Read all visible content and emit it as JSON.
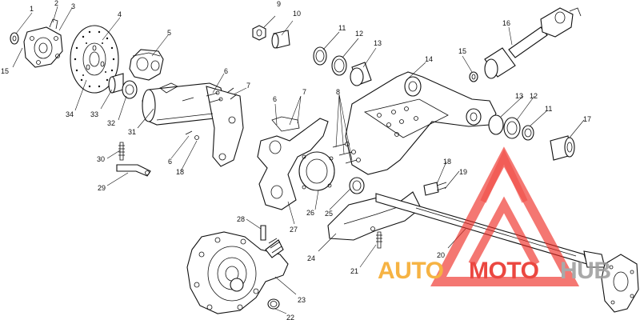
{
  "labels": [
    {
      "id": "p1",
      "text": "1"
    },
    {
      "id": "p2",
      "text": "2"
    },
    {
      "id": "p3",
      "text": "3"
    },
    {
      "id": "p4",
      "text": "4"
    },
    {
      "id": "p5",
      "text": "5"
    },
    {
      "id": "p6a",
      "text": "6"
    },
    {
      "id": "p7a",
      "text": "7"
    },
    {
      "id": "p6b",
      "text": "6"
    },
    {
      "id": "p7b",
      "text": "7"
    },
    {
      "id": "p8",
      "text": "8"
    },
    {
      "id": "p9",
      "text": "9"
    },
    {
      "id": "p10",
      "text": "10"
    },
    {
      "id": "p11a",
      "text": "11"
    },
    {
      "id": "p12a",
      "text": "12"
    },
    {
      "id": "p13a",
      "text": "13"
    },
    {
      "id": "p14",
      "text": "14"
    },
    {
      "id": "p15a",
      "text": "15"
    },
    {
      "id": "p15b",
      "text": "15"
    },
    {
      "id": "p16",
      "text": "16"
    },
    {
      "id": "p13b",
      "text": "13"
    },
    {
      "id": "p12b",
      "text": "12"
    },
    {
      "id": "p11b",
      "text": "11"
    },
    {
      "id": "p17",
      "text": "17"
    },
    {
      "id": "p18a",
      "text": "18"
    },
    {
      "id": "p18b",
      "text": "18"
    },
    {
      "id": "p19",
      "text": "19"
    },
    {
      "id": "p20",
      "text": "20"
    },
    {
      "id": "p21",
      "text": "21"
    },
    {
      "id": "p22",
      "text": "22"
    },
    {
      "id": "p23",
      "text": "23"
    },
    {
      "id": "p24",
      "text": "24"
    },
    {
      "id": "p25",
      "text": "25"
    },
    {
      "id": "p26",
      "text": "26"
    },
    {
      "id": "p27",
      "text": "27"
    },
    {
      "id": "p28",
      "text": "28"
    },
    {
      "id": "p29",
      "text": "29"
    },
    {
      "id": "p30",
      "text": "30"
    },
    {
      "id": "p31",
      "text": "31"
    },
    {
      "id": "p32",
      "text": "32"
    },
    {
      "id": "p33",
      "text": "33"
    },
    {
      "id": "p34",
      "text": "34"
    },
    {
      "id": "p6c",
      "text": "6"
    }
  ],
  "watermark": {
    "part1": "AUTO",
    "part2": "MOTO",
    "part3": "HUB",
    "colors": {
      "orange": "#f5a623",
      "red": "#e8271f",
      "gray": "#9b9b9b",
      "triangle": "#ee2b23"
    }
  }
}
